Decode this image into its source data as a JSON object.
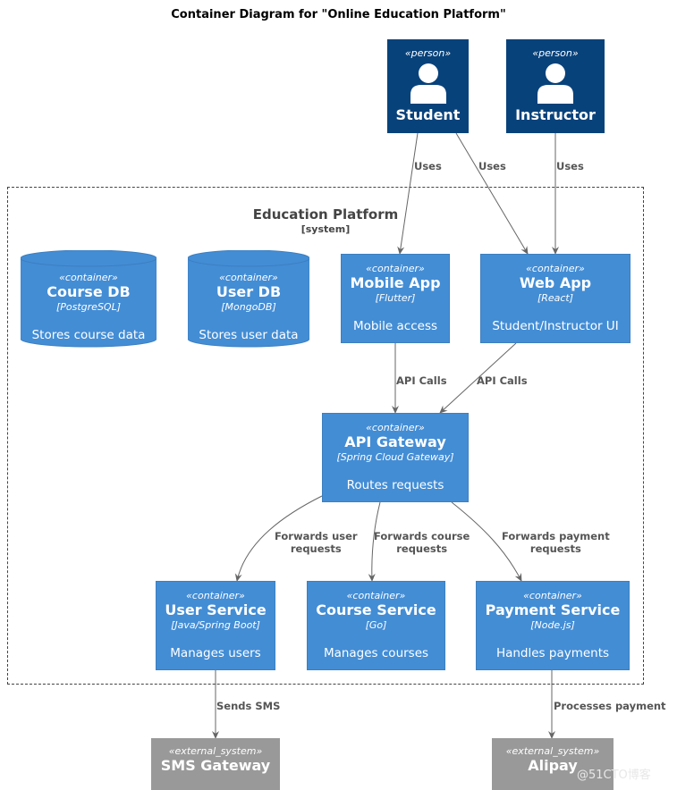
{
  "title": "Container Diagram for \"Online Education Platform\"",
  "boundary": {
    "name": "Education Platform",
    "type": "[system]"
  },
  "people": [
    {
      "id": "student",
      "stereotype": "«person»",
      "name": "Student"
    },
    {
      "id": "instructor",
      "stereotype": "«person»",
      "name": "Instructor"
    }
  ],
  "databases": [
    {
      "id": "course-db",
      "stereotype": "«container»",
      "name": "Course DB",
      "tech": "[PostgreSQL]",
      "desc": "Stores course data"
    },
    {
      "id": "user-db",
      "stereotype": "«container»",
      "name": "User DB",
      "tech": "[MongoDB]",
      "desc": "Stores user data"
    }
  ],
  "containers": [
    {
      "id": "mobile-app",
      "stereotype": "«container»",
      "name": "Mobile App",
      "tech": "[Flutter]",
      "desc": "Mobile access"
    },
    {
      "id": "web-app",
      "stereotype": "«container»",
      "name": "Web App",
      "tech": "[React]",
      "desc": "Student/Instructor UI"
    },
    {
      "id": "api-gateway",
      "stereotype": "«container»",
      "name": "API Gateway",
      "tech": "[Spring Cloud Gateway]",
      "desc": "Routes requests"
    },
    {
      "id": "user-service",
      "stereotype": "«container»",
      "name": "User Service",
      "tech": "[Java/Spring Boot]",
      "desc": "Manages users"
    },
    {
      "id": "course-service",
      "stereotype": "«container»",
      "name": "Course Service",
      "tech": "[Go]",
      "desc": "Manages courses"
    },
    {
      "id": "payment-service",
      "stereotype": "«container»",
      "name": "Payment Service",
      "tech": "[Node.js]",
      "desc": "Handles payments"
    }
  ],
  "external": [
    {
      "id": "sms-gateway",
      "stereotype": "«external_system»",
      "name": "SMS Gateway"
    },
    {
      "id": "alipay",
      "stereotype": "«external_system»",
      "name": "Alipay"
    }
  ],
  "edges": [
    {
      "label": "Uses"
    },
    {
      "label": "Uses"
    },
    {
      "label": "Uses"
    },
    {
      "label": "API Calls"
    },
    {
      "label": "API Calls"
    },
    {
      "label_line1": "Forwards user",
      "label_line2": "requests"
    },
    {
      "label_line1": "Forwards course",
      "label_line2": "requests"
    },
    {
      "label_line1": "Forwards payment",
      "label_line2": "requests"
    },
    {
      "label": "Sends SMS"
    },
    {
      "label": "Processes payment"
    }
  ],
  "watermark": "@51CTO博客",
  "colors": {
    "person": "#08427b",
    "container": "#438dd5",
    "external": "#999999",
    "edge": "#666666"
  }
}
